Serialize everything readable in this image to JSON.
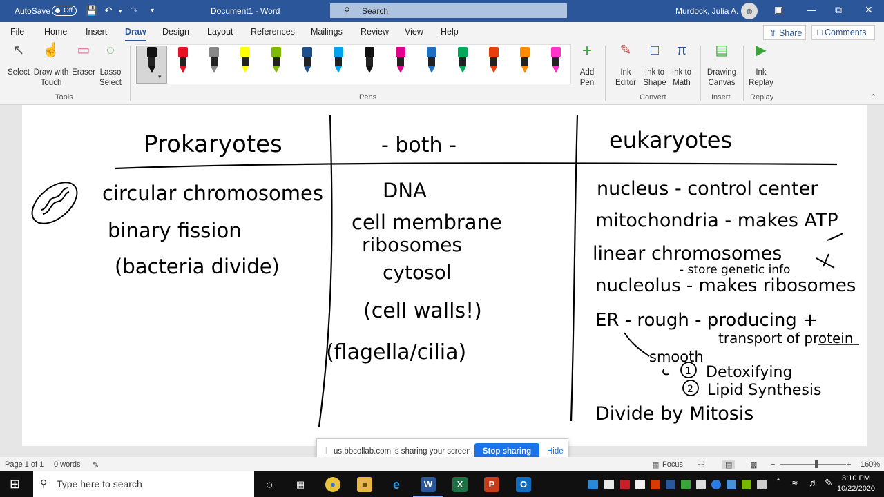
{
  "titlebar": {
    "autosave_label": "AutoSave",
    "autosave_state": "Off",
    "document_title": "Document1  -  Word",
    "search_placeholder": "Search",
    "user_name": "Murdock, Julia A."
  },
  "menu": {
    "tabs": [
      "File",
      "Home",
      "Insert",
      "Draw",
      "Design",
      "Layout",
      "References",
      "Mailings",
      "Review",
      "View",
      "Help"
    ],
    "active_tab": "Draw",
    "share_label": "Share",
    "comments_label": "Comments"
  },
  "ribbon": {
    "tools": {
      "select": "Select",
      "draw_with_touch": "Draw with Touch",
      "eraser": "Eraser",
      "lasso_select": "Lasso Select",
      "group": "Tools"
    },
    "pens_group": "Pens",
    "pen_colors": [
      "#111111",
      "#e81123",
      "#888888",
      "#ffff00",
      "#7fba00",
      "#1e4e8c",
      "#00a2ed",
      "#111111",
      "#e3008c",
      "#1e6fc2",
      "#00a859",
      "#e83e0b",
      "#ff8c00",
      "#ff33cc"
    ],
    "add_pen": "Add Pen",
    "convert": {
      "ink_editor": "Ink Editor",
      "ink_to_shape": "Ink to Shape",
      "ink_to_math": "Ink to Math",
      "group": "Convert"
    },
    "insert": {
      "drawing_canvas": "Drawing Canvas",
      "group": "Insert"
    },
    "replay": {
      "ink_replay": "Ink Replay",
      "group": "Replay"
    }
  },
  "notes": {
    "col1_header": "Prokaryotes",
    "col2_header": "- both -",
    "col3_header": "eukaryotes",
    "col1": [
      "circular chromosomes",
      "binary fission",
      "(bacteria divide)"
    ],
    "col2": [
      "DNA",
      "cell membrane",
      "ribosomes",
      "cytosol",
      "(cell walls!)",
      "(flagella/cilia)"
    ],
    "col3": [
      "nucleus - control center",
      "mitochondria - makes ATP",
      "linear chromosomes",
      "- store genetic info",
      "nucleolus - makes ribosomes",
      "ER - rough - producing +",
      "transport of protein",
      "smooth",
      "Detoxifying",
      "Lipid Synthesis",
      "Divide by Mitosis"
    ],
    "col3_numbers": [
      "1",
      "2"
    ]
  },
  "sharebar": {
    "message": "us.bbcollab.com is sharing your screen.",
    "stop_label": "Stop sharing",
    "hide_label": "Hide"
  },
  "status": {
    "page": "Page 1 of 1",
    "words": "0 words",
    "focus": "Focus",
    "zoom": "160%"
  },
  "taskbar": {
    "search_placeholder": "Type here to search",
    "time": "3:10 PM",
    "date": "10/22/2020"
  }
}
